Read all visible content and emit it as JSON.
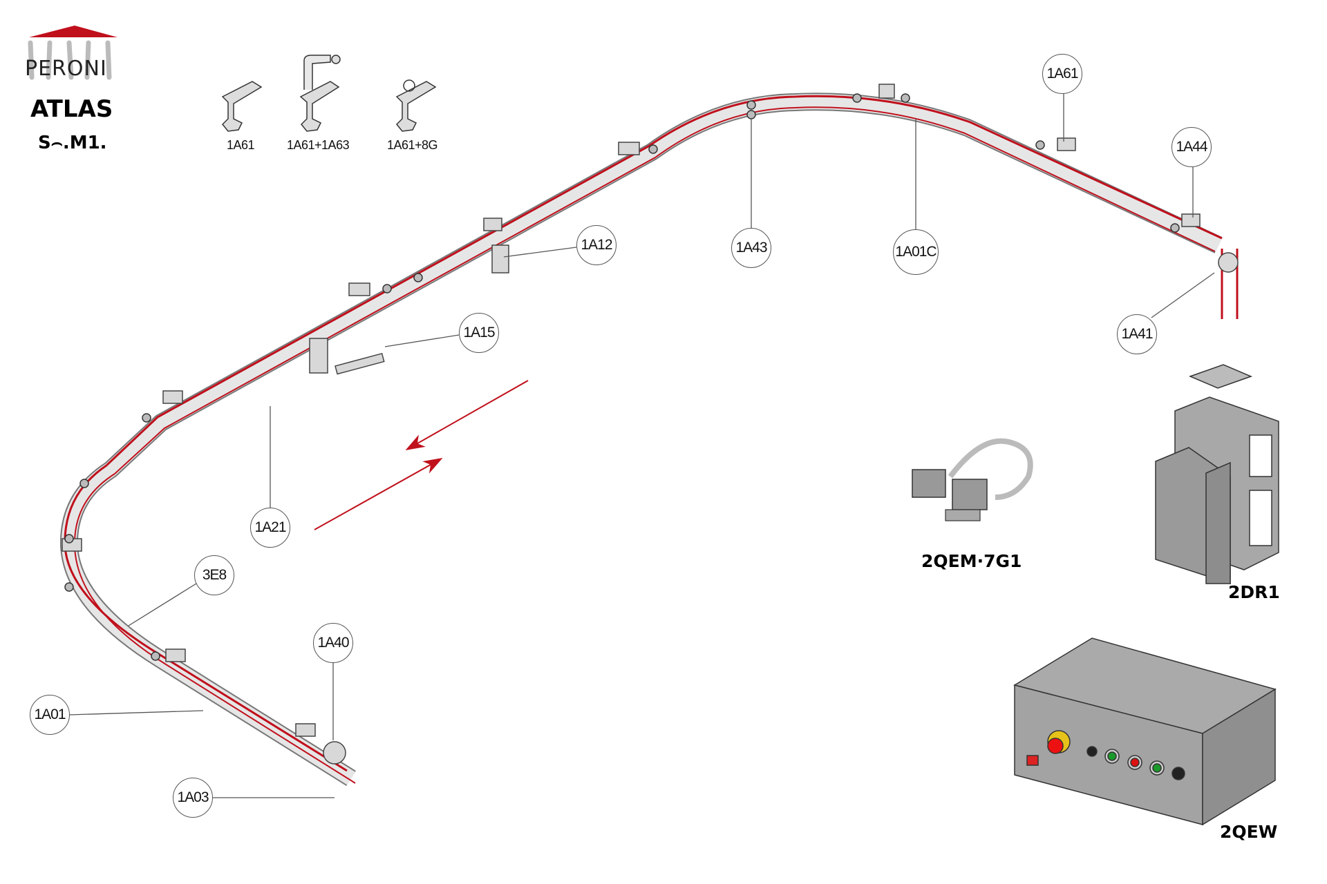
{
  "brand": {
    "logo_text": "PERONI",
    "product": "ATLAS",
    "model": "S⌢.M1."
  },
  "accent_color": "#c0101c",
  "brackets": [
    {
      "label": "1A61"
    },
    {
      "label": "1A61+1A63"
    },
    {
      "label": "1A61+8G"
    }
  ],
  "callouts": {
    "c1A61": "1A61",
    "c1A44": "1A44",
    "c1A12": "1A12",
    "c1A43": "1A43",
    "c1A01C": "1A01C",
    "c1A41": "1A41",
    "c1A15": "1A15",
    "c1A21": "1A21",
    "c3E8": "3E8",
    "c1A40": "1A40",
    "c1A01": "1A01",
    "c1A03": "1A03"
  },
  "components": {
    "connector": "2QEM·7G1",
    "drive": "2DR1",
    "control_box": "2QEW"
  }
}
